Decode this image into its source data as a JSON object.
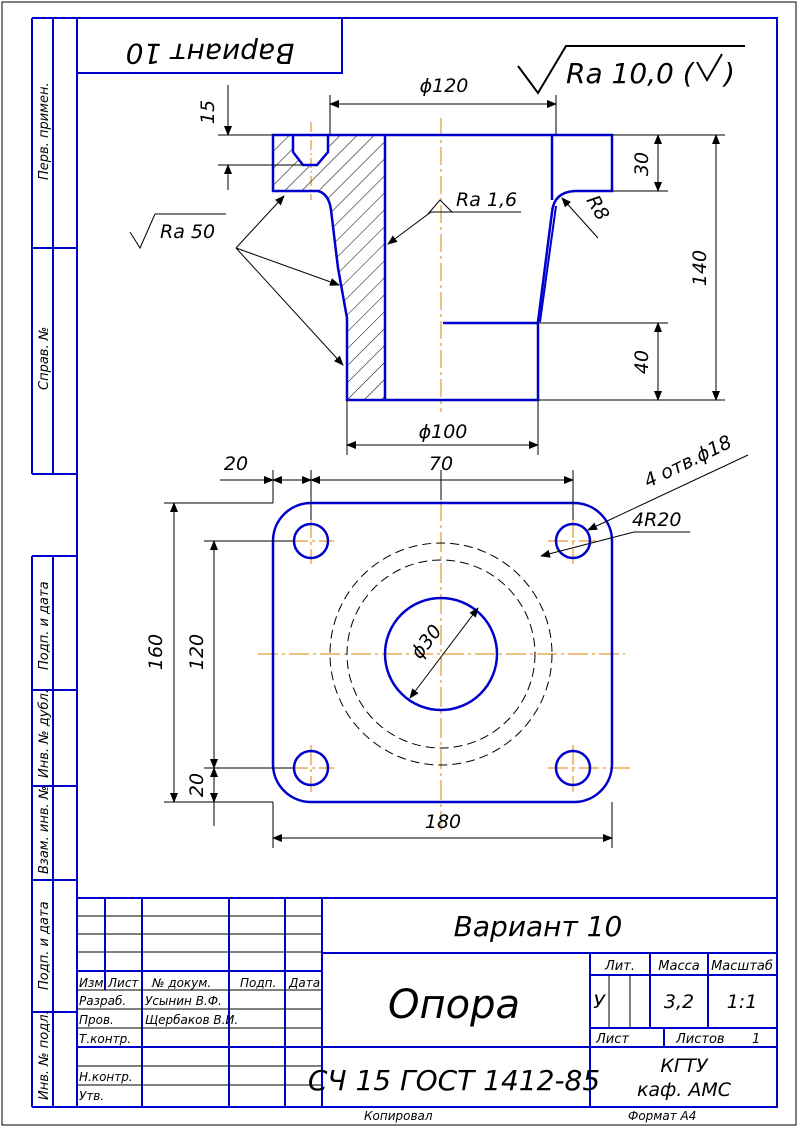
{
  "drawing": {
    "variant_top": "Вариант 10",
    "roughness_general": "Ra 10,0 (",
    "roughness_ra16": "Ra 1,6",
    "roughness_ra50": "Ra 50",
    "dims": {
      "d120": "ϕ120",
      "h15": "15",
      "h30": "30",
      "h140": "140",
      "h40": "40",
      "r8": "R8",
      "d100": "ϕ100",
      "w20": "20",
      "w70": "70",
      "holes": "4 отв.ϕ18",
      "corners": "4R20",
      "h160": "160",
      "h120": "120",
      "h20": "20",
      "d30": "ϕ30",
      "w180": "180"
    }
  },
  "side_stamp": {
    "perv_primen": "Перв. примен.",
    "sprav_no": "Справ. №",
    "podp_data_1": "Подп. и дата",
    "inv_dubl": "Инв. № дубл.",
    "vzam_inv": "Взам. инв. №",
    "podp_data_2": "Подп. и дата",
    "inv_podl": "Инв. № подл."
  },
  "title_block": {
    "variant": "Вариант 10",
    "part_name": "Опора",
    "material": "СЧ 15 ГОСТ 1412-85",
    "hdr_izm": "Изм.",
    "hdr_list": "Лист",
    "hdr_doc": "№ докум.",
    "hdr_podp": "Подп.",
    "hdr_data": "Дата",
    "row_razrab": "Разраб.",
    "razrab_name": "Усынин В.Ф.",
    "row_prov": "Пров.",
    "prov_name": "Щербаков В.И.",
    "row_tkontr": "Т.контр.",
    "row_nkontr": "Н.контр.",
    "row_utv": "Утв.",
    "lit_label": "Лит.",
    "lit_value": "У",
    "mass_label": "Масса",
    "mass_value": "3,2",
    "scale_label": "Масштаб",
    "scale_value": "1:1",
    "sheet_label": "Лист",
    "sheets_label": "Листов",
    "sheets_value": "1",
    "org_line1": "КГТУ",
    "org_line2": "каф. АМС",
    "copied": "Копировал",
    "format": "Формат    А4"
  },
  "colors": {
    "outline": "#0000cc",
    "axis": "#e08000",
    "ink": "#000000"
  }
}
